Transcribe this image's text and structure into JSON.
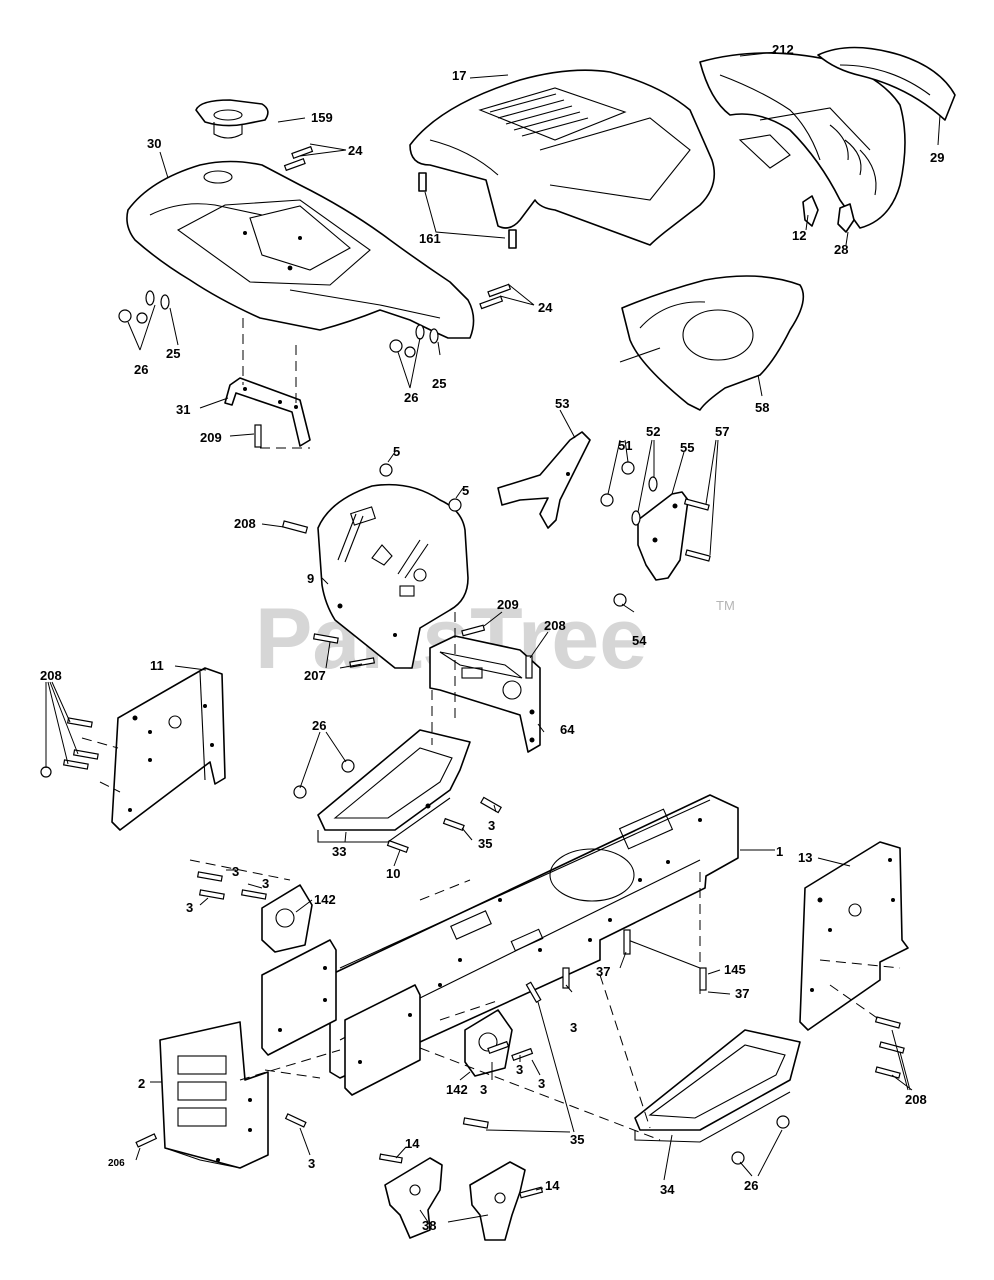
{
  "watermark": {
    "text": "PartsTree",
    "trademark": "TM"
  },
  "callouts": {
    "c1": "1",
    "c2": "2",
    "c3": "3",
    "c5": "5",
    "c9": "9",
    "c10": "10",
    "c11": "11",
    "c12": "12",
    "c13": "13",
    "c14": "14",
    "c17": "17",
    "c24": "24",
    "c25": "25",
    "c26": "26",
    "c28": "28",
    "c29": "29",
    "c30": "30",
    "c31": "31",
    "c33": "33",
    "c34": "34",
    "c35": "35",
    "c37": "37",
    "c38": "38",
    "c51": "51",
    "c52": "52",
    "c53": "53",
    "c54": "54",
    "c55": "55",
    "c57": "57",
    "c58": "58",
    "c64": "64",
    "c142": "142",
    "c145": "145",
    "c159": "159",
    "c161": "161",
    "c206": "206",
    "c207": "207",
    "c208": "208",
    "c209": "209",
    "c212": "212"
  }
}
